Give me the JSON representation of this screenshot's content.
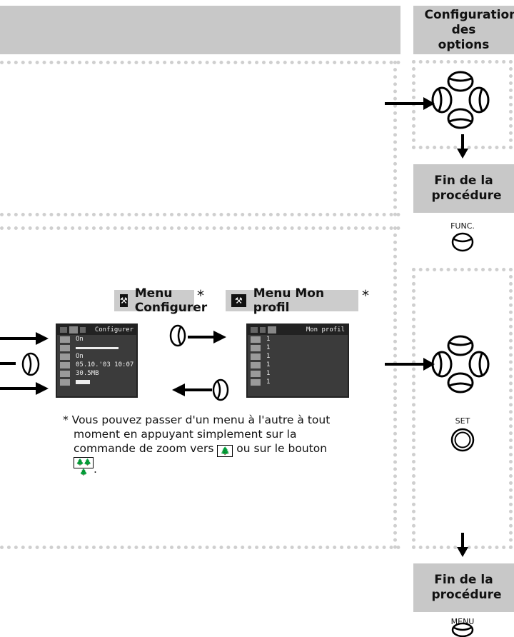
{
  "sidebar": {
    "options_title": "Configuration des options",
    "end1_title": "Fin de la procédure",
    "func_label": "FUNC.",
    "set_label": "SET",
    "end2_title": "Fin de la procédure",
    "menu_label": "MENU"
  },
  "menus": {
    "configurer_label": "Menu Configurer",
    "configurer_star": "*",
    "monprofil_label": "Menu Mon profil",
    "monprofil_star": "*",
    "configurer_screen": {
      "title": "Configurer",
      "rows": [
        "On",
        "",
        "On",
        "05.10.'03 10:07",
        "30.5MB",
        ""
      ]
    },
    "monprofil_screen": {
      "title": "Mon profil",
      "rows": [
        "1",
        "1",
        "1",
        "1",
        "1",
        "1"
      ]
    }
  },
  "note": {
    "line1": "* Vous pouvez passer d'un menu à l'autre à tout",
    "line2": "moment en appuyant simplement sur la",
    "line3a": "commande de zoom vers",
    "line3b": "ou sur le bouton",
    "line4": "."
  }
}
